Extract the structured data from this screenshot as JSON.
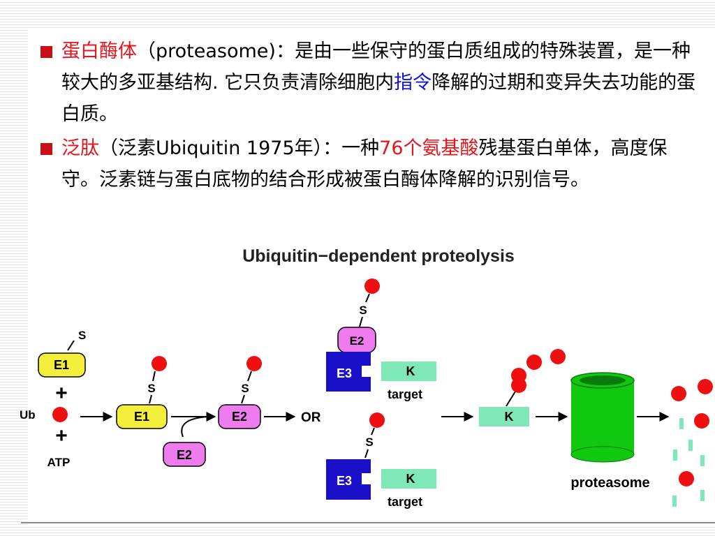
{
  "bullets": [
    {
      "term": "蛋白酶体",
      "latin": "（proteasome)：",
      "text_before": "是由一些保守的蛋白质组成的特殊装置，是一种较大的多亚基结构. 它只负责清除细胞内",
      "highlight": "指令",
      "text_after": "降解的过期和变异失去功能的蛋白质。"
    },
    {
      "term": "泛肽",
      "text_before": "（泛素Ubiquitin 1975年）：一种",
      "highlight": "76个氨基酸",
      "text_after": "残基蛋白单体，高度保守。泛素链与蛋白底物的结合形成被蛋白酶体降解的识别信号。"
    }
  ],
  "diagram": {
    "title": "Ubiquitin−dependent proteolysis",
    "labels": {
      "e1": "E1",
      "e2": "E2",
      "e3": "E3",
      "k": "K",
      "s": "S",
      "ub": "Ub",
      "atp": "ATP",
      "plus": "+",
      "or": "OR",
      "target": "target",
      "proteasome": "proteasome"
    },
    "colors": {
      "e1_fill": "#f4ee3c",
      "e2_fill": "#ee7cee",
      "e3_fill": "#1a10c8",
      "k_fill": "#7ee8b6",
      "ub_red": "#ee1010",
      "proteasome_green": "#10c810",
      "bullet_red": "#c8101a",
      "highlight_red": "#e8141c",
      "highlight_blue": "#1010e0"
    }
  }
}
